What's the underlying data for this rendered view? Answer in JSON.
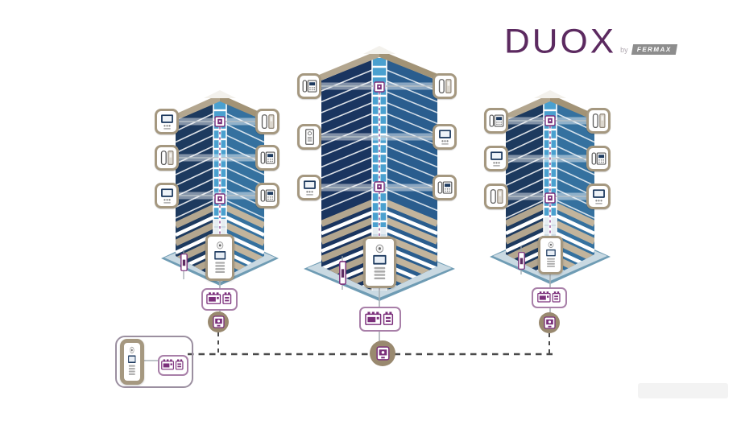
{
  "brand": {
    "product": "DUOX",
    "by_label": "by",
    "vendor": "FERMAX"
  },
  "colors": {
    "brand_purple": "#5c2a60",
    "module_purple": "#7b2f7b",
    "adapter_box_purple": "#a87fa8",
    "device_frame_tan": "#a59880",
    "distributor_circle_tan": "#99896f",
    "facade_navy": "#1d3a5f",
    "facade_blue": "#35719f",
    "window_blue": "#4aa0cf",
    "roof_tan": "#b3a68f",
    "plaza_blue": "#c9d9e2",
    "bus_line_gray": "#4a4a4a"
  },
  "icon_shapes": {
    "monitor": "video monitor with screen and buttons",
    "handset": "wall audio handset unit",
    "phone": "telephone with display and keypad",
    "wall-unit": "small wall audio unit with speaker",
    "entry-panel": "street door entry panel with camera, display and keypad",
    "adapter-pair": "pair of DUOX adapter/filter modules",
    "distributor": "DUOX distributor node",
    "mini-entry-panel": "one-button side entry panel"
  },
  "system": {
    "bus": {
      "style": "dashed",
      "topology": "three blocks and one shared entrance on a common two-wire bus"
    },
    "buildings": [
      {
        "id": "block-1",
        "floors": [
          {
            "left": "monitor",
            "right": "handset"
          },
          {
            "left": "handset",
            "right": "phone"
          },
          {
            "left": "monitor",
            "right": "phone"
          }
        ],
        "risers": [
          "distributor-top",
          "distributor-bottom"
        ],
        "entrance": [
          "entry-panel",
          "adapter-pair",
          "distributor"
        ],
        "side_panel": "mini-entry-panel"
      },
      {
        "id": "block-2",
        "floors": [
          {
            "left": "phone",
            "right": "handset"
          },
          {
            "left": "wall-unit",
            "right": "monitor"
          },
          {
            "left": "monitor",
            "right": "phone"
          }
        ],
        "risers": [
          "distributor-top",
          "distributor-bottom"
        ],
        "entrance": [
          "entry-panel",
          "adapter-pair",
          "distributor"
        ],
        "side_panel": "mini-entry-panel"
      },
      {
        "id": "block-3",
        "floors": [
          {
            "left": "phone",
            "right": "handset"
          },
          {
            "left": "monitor",
            "right": "phone"
          },
          {
            "left": "handset",
            "right": "monitor"
          }
        ],
        "risers": [
          "distributor-top",
          "distributor-bottom"
        ],
        "entrance": [
          "entry-panel",
          "adapter-pair",
          "distributor"
        ],
        "side_panel": "mini-entry-panel"
      }
    ],
    "shared_entrance": {
      "components": [
        "entry-panel",
        "adapter-pair"
      ]
    }
  }
}
